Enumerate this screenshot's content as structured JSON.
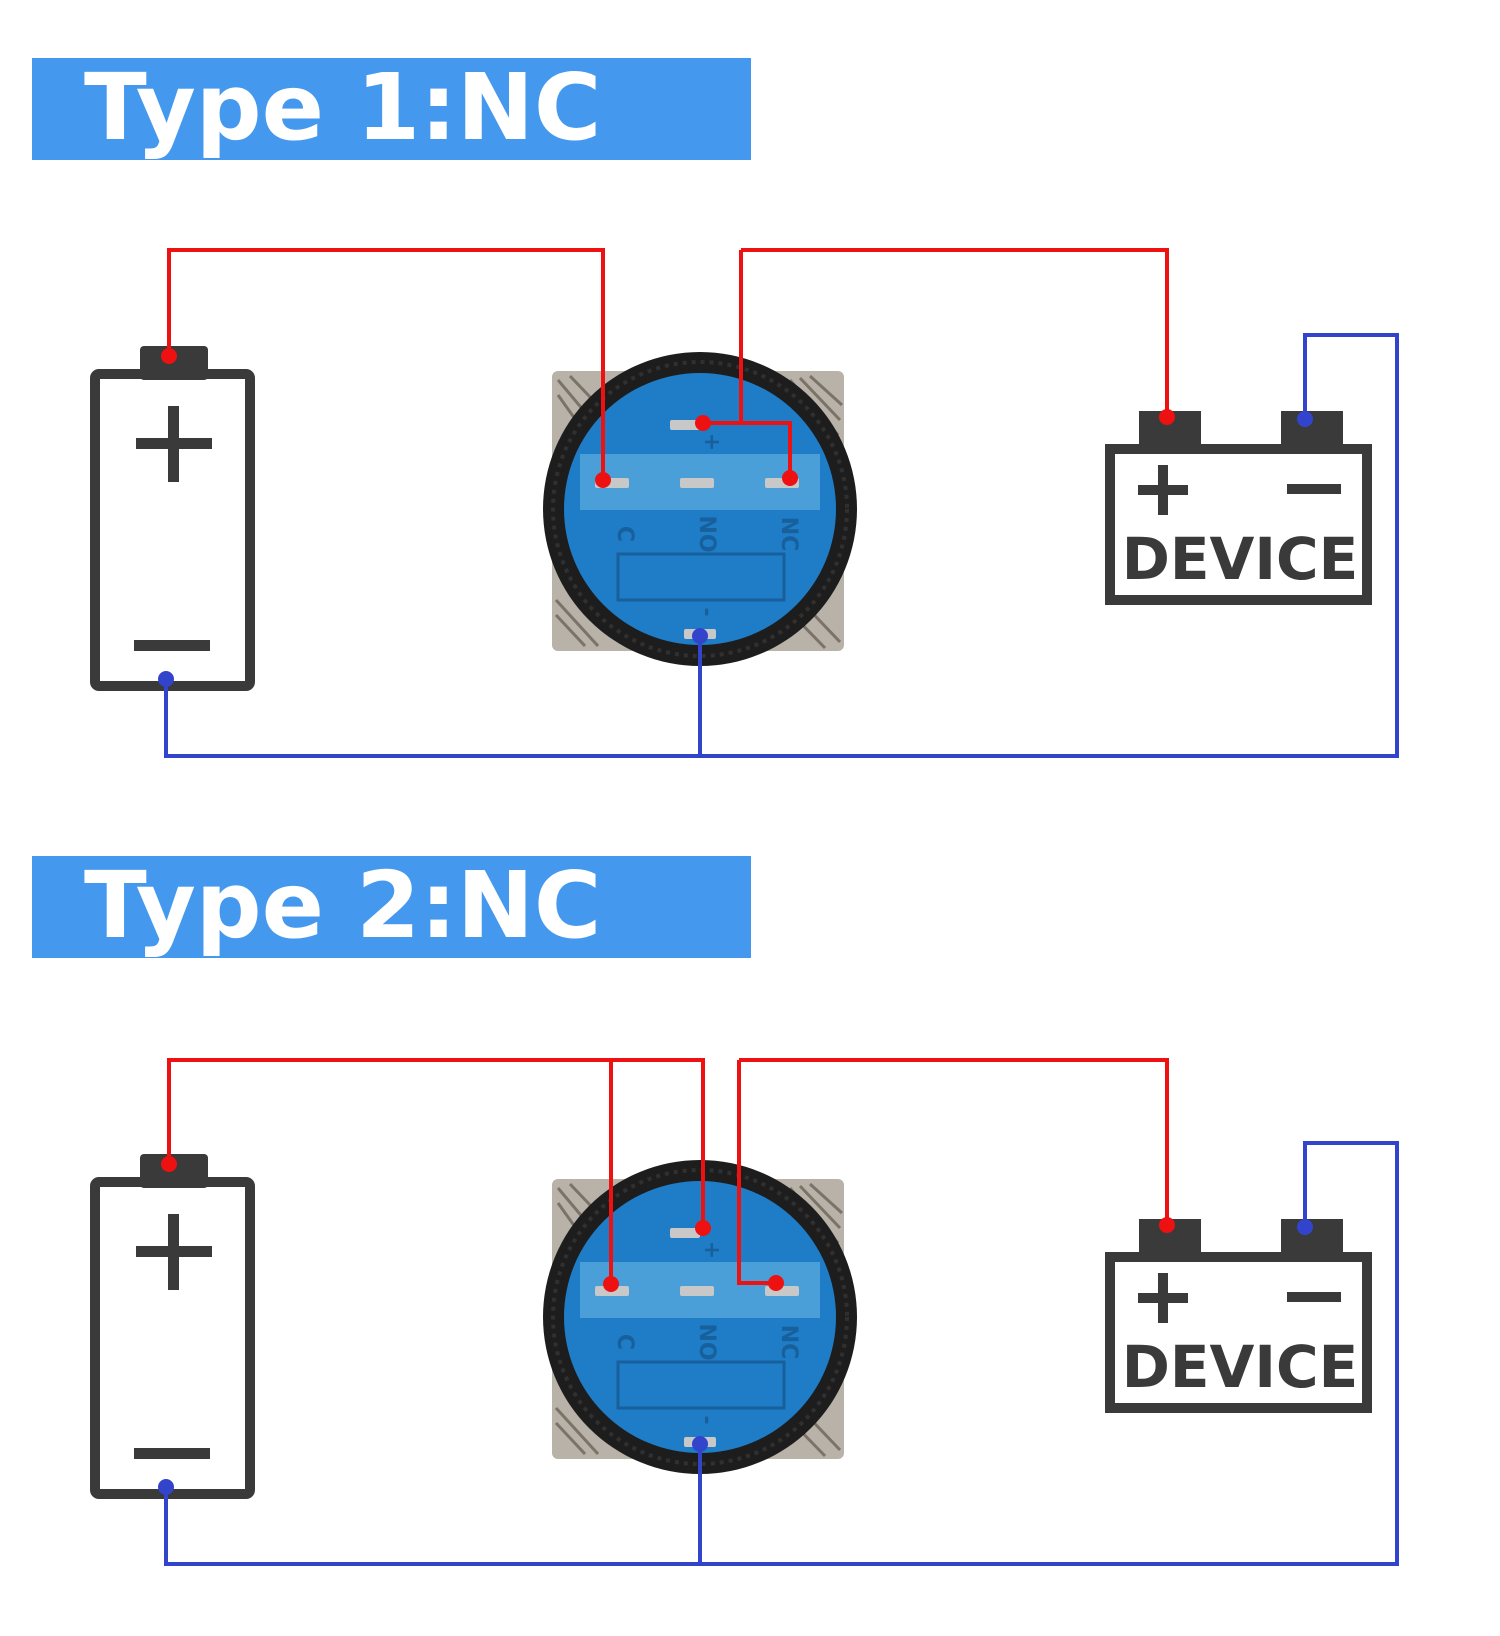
{
  "diagrams": [
    {
      "title": "Type 1:NC",
      "switch_labels": {
        "top": "+",
        "left": "C",
        "middle": "NO",
        "right": "NC",
        "bottom": "-"
      },
      "device_label": "DEVICE"
    },
    {
      "title": "Type 2:NC",
      "switch_labels": {
        "top": "+",
        "left": "C",
        "middle": "NO",
        "right": "NC",
        "bottom": "-"
      },
      "device_label": "DEVICE"
    }
  ],
  "colors": {
    "banner": "#4499ee",
    "positive_wire": "#ee1111",
    "negative_wire": "#3344cc",
    "component_outline": "#3a3a3a",
    "switch_body": "#1f7cc6",
    "switch_bracket": "#4a9fd8"
  }
}
